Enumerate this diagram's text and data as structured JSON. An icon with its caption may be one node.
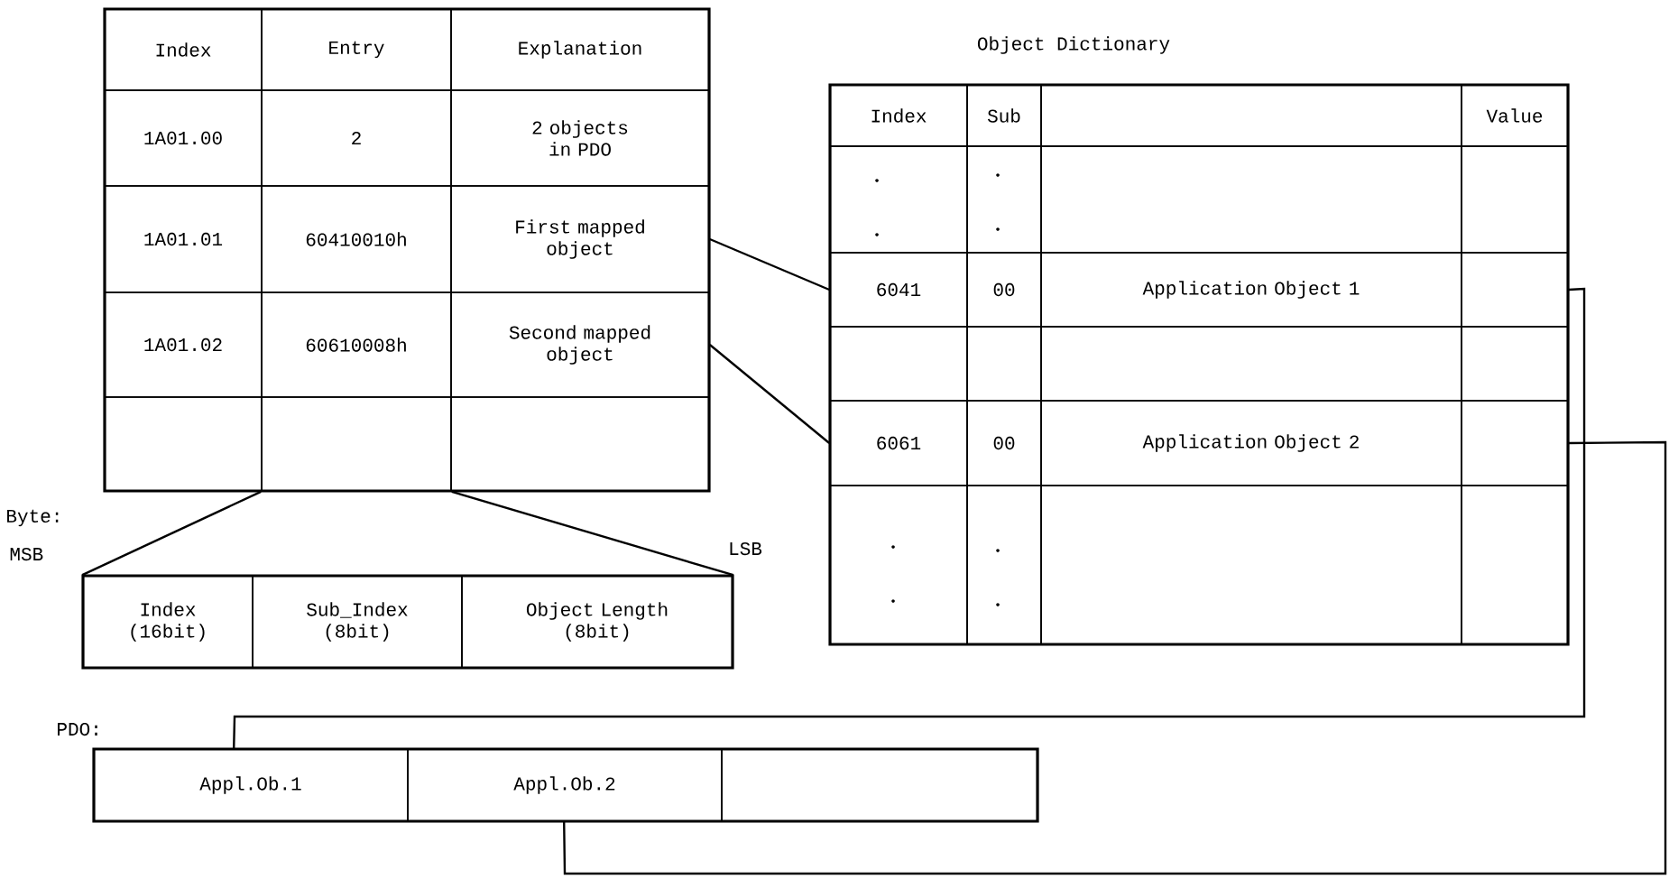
{
  "diagram": {
    "nodes": [
      {
        "text": [
          "Index"
        ]
      },
      {
        "text": [
          "Entry"
        ]
      },
      {
        "text": [
          "Explanation"
        ]
      },
      {
        "text": [
          "1A01.00"
        ]
      },
      {
        "text": [
          "2"
        ]
      },
      {
        "text": [
          "2 objects in PDO"
        ]
      },
      {
        "text": [
          "1A01.01"
        ]
      },
      {
        "text": [
          "60410010h"
        ]
      },
      {
        "text": [
          "First mapped object"
        ]
      },
      {
        "text": [
          "1A01.02"
        ]
      },
      {
        "text": [
          "60610008h"
        ]
      },
      {
        "text": [
          "Second mapped object"
        ]
      },
      {
        "text": [],
        "shape": "box"
      },
      {
        "text": [],
        "shape": "box"
      },
      {
        "text": [],
        "shape": "box"
      },
      {
        "text": [
          "Index (16bit)"
        ]
      },
      {
        "text": [
          "Sub_Index (8bit)"
        ]
      },
      {
        "text": [
          "Object Length (8bit)"
        ]
      },
      {
        "text": [
          "Index"
        ]
      },
      {
        "text": [
          "Sub"
        ]
      },
      {
        "text": [],
        "shape": "box"
      },
      {
        "text": [
          "Value"
        ]
      },
      {
        "text": [],
        "shape": "box"
      },
      {
        "text": [],
        "shape": "box"
      },
      {
        "text": [],
        "shape": "box"
      },
      {
        "text": [],
        "shape": "box"
      },
      {
        "text": [
          "6041"
        ]
      },
      {
        "text": [
          "00"
        ]
      },
      {
        "text": [
          "Application Object 1"
        ]
      },
      {
        "text": [],
        "shape": "box"
      },
      {
        "text": [],
        "shape": "box"
      },
      {
        "text": [],
        "shape": "box"
      },
      {
        "text": [],
        "shape": "box"
      },
      {
        "text": [],
        "shape": "box"
      },
      {
        "text": [
          "6061"
        ]
      },
      {
        "text": [
          "00"
        ]
      },
      {
        "text": [
          "Application Object 2"
        ]
      },
      {
        "text": [],
        "shape": "box"
      },
      {
        "text": [],
        "shape": "box"
      },
      {
        "text": [],
        "shape": "box"
      },
      {
        "text": [],
        "shape": "box"
      },
      {
        "text": [],
        "shape": "box"
      },
      {
        "text": [
          "Appl.Ob.1"
        ]
      },
      {
        "text": [
          "Appl.Ob.2"
        ]
      },
      {
        "text": [],
        "shape": "box"
      }
    ],
    "edges": [
      {
        "from": 8,
        "to": 26,
        "arrow": "none"
      },
      {
        "from": 11,
        "to": 34,
        "arrow": "none"
      },
      {
        "from": 13,
        "to": 15,
        "arrow": "none"
      },
      {
        "from": 13,
        "to": 17,
        "arrow": "none"
      },
      {
        "from": 29,
        "to": 42,
        "arrow": "none"
      },
      {
        "from": 37,
        "to": 43,
        "arrow": "none"
      }
    ],
    "labels": [
      "Object Dictionary",
      "Byte:",
      "MSB",
      "LSB",
      "PDO:"
    ]
  }
}
